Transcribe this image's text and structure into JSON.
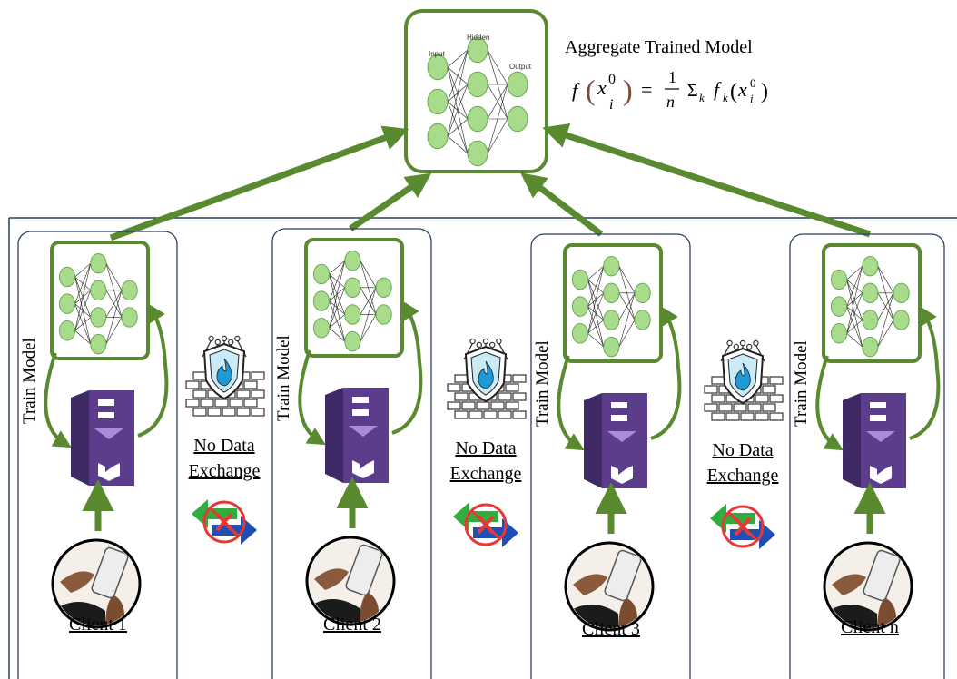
{
  "aggregate": {
    "title": "Aggregate Trained Model",
    "formula_lhs_f": "f",
    "formula_x": "x",
    "formula_sup": "0",
    "formula_sub": "i",
    "formula_eq": "=",
    "formula_num": "1",
    "formula_den": "n",
    "formula_sigma": "Σ",
    "formula_k": "k",
    "formula_fk": "f",
    "nn_labels": {
      "input": "Input",
      "hidden": "Hidden",
      "output": "Output"
    }
  },
  "clients": [
    {
      "name": "Client 1",
      "side_label": "Train Model"
    },
    {
      "name": "Client 2",
      "side_label": "Train Model"
    },
    {
      "name": "Client 3",
      "side_label": "Train Model"
    },
    {
      "name": "Client n",
      "side_label": "Train Model"
    }
  ],
  "separators": [
    {
      "line1": "No Data",
      "line2": "Exchange"
    },
    {
      "line1": "No Data",
      "line2": "Exchange"
    },
    {
      "line1": "No Data",
      "line2": "Exchange"
    }
  ],
  "colors": {
    "arrow_green": "#5a8a2f",
    "node_fill": "#a8dc8c",
    "node_stroke": "#6aa84f",
    "server_purple": "#5b3d8c",
    "server_dark": "#3f2a66",
    "frame_border": "#2c3e63",
    "shield_blue": "#1e9bd7",
    "no_red": "#e53935"
  }
}
